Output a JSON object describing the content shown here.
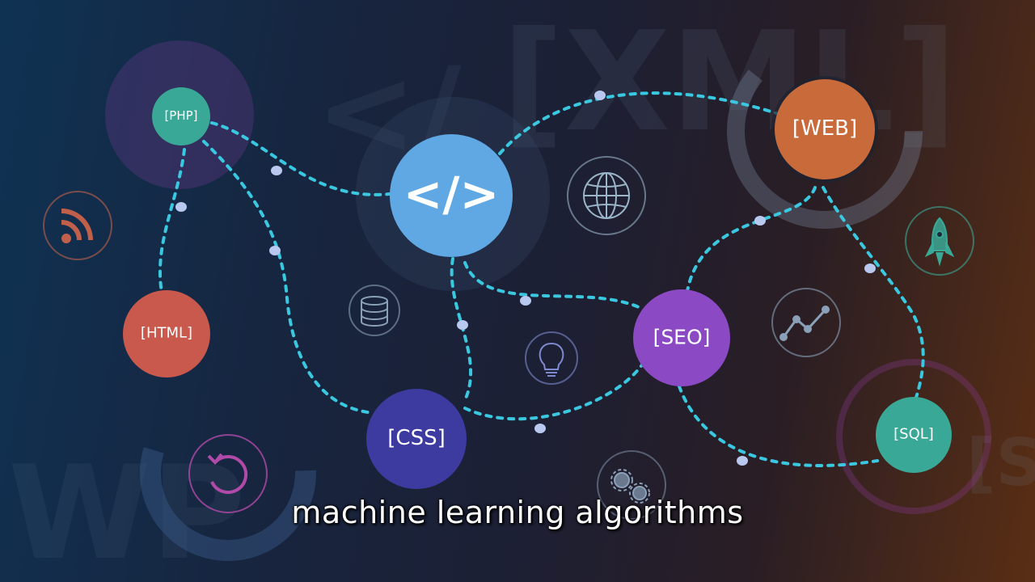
{
  "diagram": {
    "nodes": {
      "php": "[PHP]",
      "code": "</>",
      "web": "[WEB]",
      "html": "[HTML]",
      "seo": "[SEO]",
      "css": "[CSS]",
      "sql": "[SQL]"
    },
    "background_text": {
      "xml": "[XML]",
      "left": "</",
      "wp": "WP",
      "s": "[S"
    },
    "icons": [
      "rss-icon",
      "globe-icon",
      "database-icon",
      "lightbulb-icon",
      "gears-icon",
      "rocket-icon",
      "line-chart-icon",
      "refresh-icon"
    ],
    "colors": {
      "php": "#3aa896",
      "code": "#5fa8e4",
      "web": "#c86a3a",
      "html": "#c9584d",
      "seo": "#8b4ac4",
      "css": "#3d3aa0",
      "sql": "#3aa896",
      "connector": "#3ac8e0"
    }
  },
  "subtitle": "machine learning algorithms"
}
